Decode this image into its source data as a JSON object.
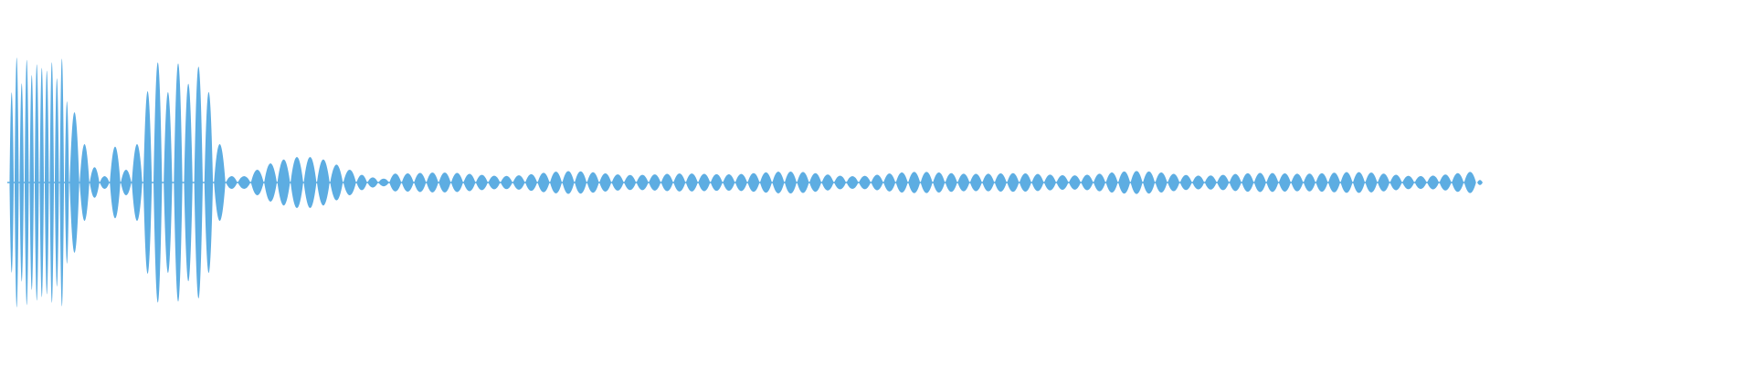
{
  "waveform": {
    "color": "#5dade2",
    "background": "#ffffff",
    "segments": [
      {
        "kind": "dense-burst",
        "lobes": 12,
        "amplitude": 0.98,
        "spread": 1.0
      },
      {
        "kind": "decay",
        "lobes": 4,
        "amplitudes": [
          0.55,
          0.3,
          0.12,
          0.05
        ]
      },
      {
        "kind": "rise",
        "lobes": 3,
        "amplitudes": [
          0.28,
          0.1,
          0.3
        ]
      },
      {
        "kind": "dense-burst",
        "lobes": 7,
        "amplitude": 0.94,
        "spread": 0.92
      },
      {
        "kind": "decay",
        "lobes": 2,
        "amplitudes": [
          0.3,
          0.05
        ]
      },
      {
        "kind": "wave-group",
        "lobes": 9,
        "amplitudes": [
          0.05,
          0.1,
          0.15,
          0.18,
          0.2,
          0.2,
          0.18,
          0.14,
          0.1
        ]
      },
      {
        "kind": "tail",
        "lobes": 3,
        "amplitudes": [
          0.06,
          0.04,
          0.03
        ]
      },
      {
        "kind": "steady-train",
        "lobes": 88,
        "amplitude": 0.07,
        "variance": 0.02
      }
    ]
  }
}
